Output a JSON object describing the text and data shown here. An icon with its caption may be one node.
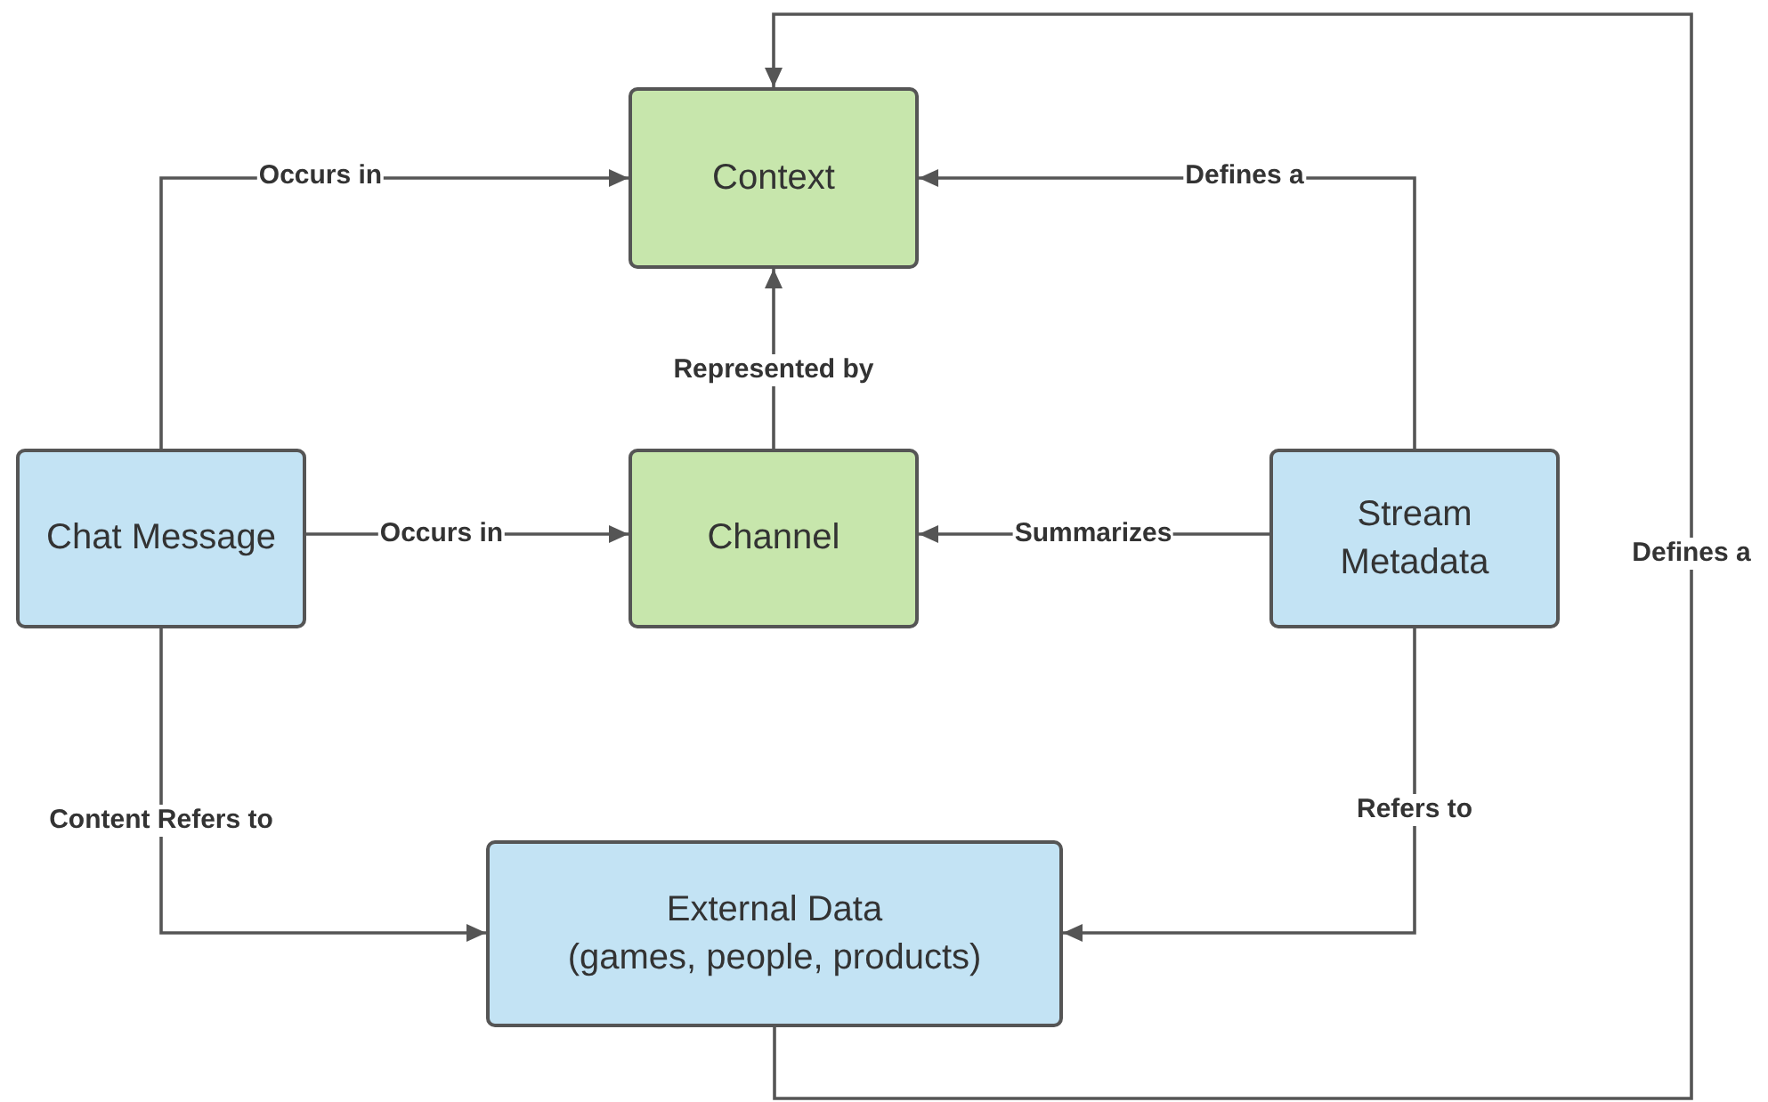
{
  "diagram": {
    "nodes": [
      {
        "text": [
          "Context"
        ]
      },
      {
        "text": [
          "Chat Message"
        ]
      },
      {
        "text": [
          "Channel"
        ]
      },
      {
        "text": [
          "Stream Metadata"
        ]
      },
      {
        "text": [
          "External Data",
          "(games, people, products)"
        ]
      }
    ],
    "edges": [
      {
        "from": 1,
        "to": 0,
        "arrow": "to",
        "label": "Occurs in"
      },
      {
        "from": 1,
        "to": 2,
        "arrow": "to",
        "label": "Occurs in"
      },
      {
        "from": 2,
        "to": 0,
        "arrow": "to",
        "label": "Represented by"
      },
      {
        "from": 3,
        "to": 0,
        "arrow": "to",
        "label": "Defines a"
      },
      {
        "from": 3,
        "to": 2,
        "arrow": "to",
        "label": "Summarizes"
      },
      {
        "from": 1,
        "to": 4,
        "arrow": "to",
        "label": "Content Refers to"
      },
      {
        "from": 3,
        "to": 4,
        "arrow": "to",
        "label": "Refers to"
      },
      {
        "from": 4,
        "to": 0,
        "arrow": "to",
        "label": "Defines a"
      }
    ]
  }
}
